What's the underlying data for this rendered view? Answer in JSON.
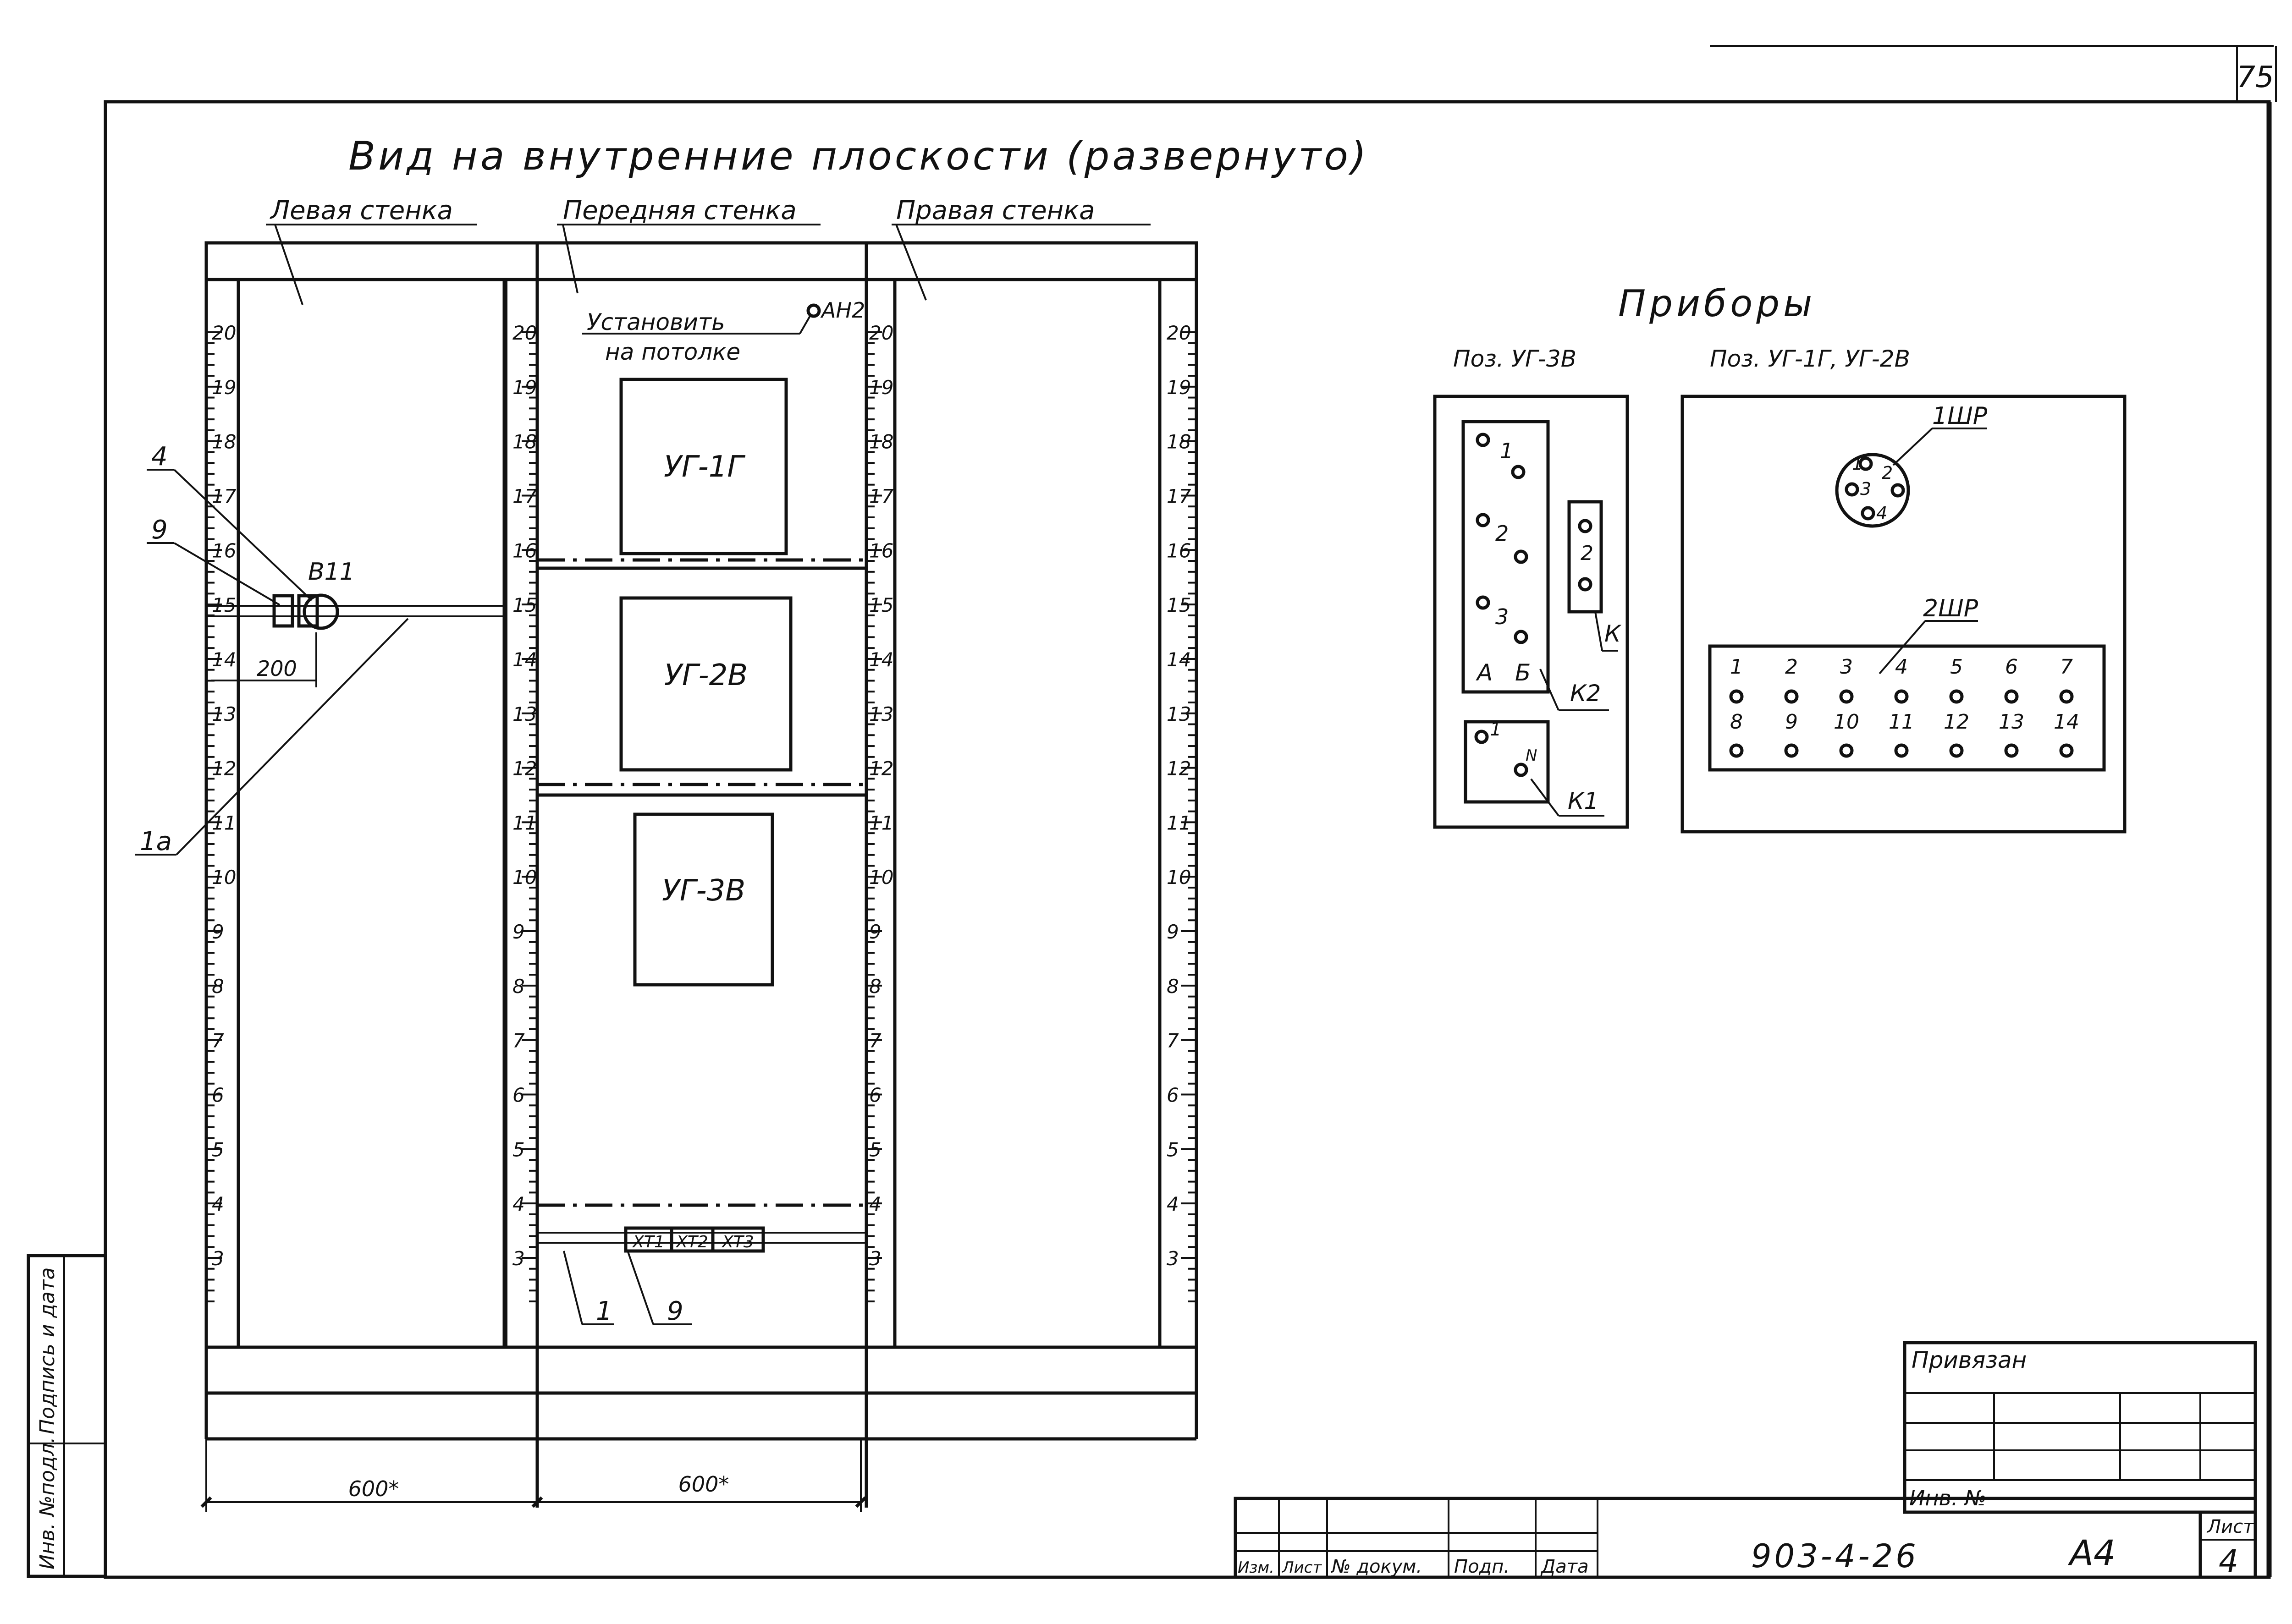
{
  "sheet_number": "75",
  "title": "Вид на внутренние плоскости (развернуто)",
  "walls": {
    "left": "Левая стенка",
    "front": "Передняя стенка",
    "right": "Правая стенка"
  },
  "ruler_marks": [
    "20",
    "19",
    "18",
    "17",
    "16",
    "15",
    "14",
    "13",
    "12",
    "11",
    "10",
    "9",
    "8",
    "7",
    "6",
    "5",
    "4",
    "3"
  ],
  "front_wall": {
    "note_line1": "Установить",
    "note_line2": "на потолке",
    "label_an2": "АН2",
    "devices": [
      "УГ-1Г",
      "УГ-2В",
      "УГ-3В"
    ],
    "terminals": [
      "ХТ1",
      "ХТ2",
      "ХТ3"
    ]
  },
  "left_wall": {
    "callouts": [
      "4",
      "9",
      "1а"
    ],
    "device": "В11",
    "dimension": "200"
  },
  "bottom_callouts": [
    "1",
    "9"
  ],
  "bottom_dimensions": [
    "600*",
    "600*"
  ],
  "instruments": {
    "title": "Приборы",
    "pos_1_label": "Поз. УГ-3В",
    "pos_2_label": "Поз. УГ-1Г, УГ-2В",
    "k2_pins": [
      "1",
      "2",
      "3"
    ],
    "k2_cols": [
      "А",
      "Б"
    ],
    "k2_label": "К2",
    "k_label": "К",
    "k_pins": [
      "1",
      "2"
    ],
    "k1_pin_1": "1",
    "k1_pin_n": "N",
    "k1_label": "К1",
    "connector_1": "1ШР",
    "connector_1_pins": [
      "1",
      "2",
      "3",
      "4"
    ],
    "connector_2": "2ШР",
    "connector_2_row1": [
      "1",
      "2",
      "3",
      "4",
      "5",
      "6",
      "7"
    ],
    "connector_2_row2": [
      "8",
      "9",
      "10",
      "11",
      "12",
      "13",
      "14"
    ]
  },
  "side_stamp": {
    "inv": "Инв. №подл.",
    "sign": "Подпись и дата"
  },
  "title_block": {
    "privyazan": "Привязан",
    "inv_no": "Инв. №",
    "code": "903-4-26",
    "format": "А4",
    "sheet_label": "Лист",
    "sheet_value": "4",
    "col_izm": "Изм.",
    "col_list": "Лист",
    "col_doc": "№ докум.",
    "col_sign": "Подп.",
    "col_date": "Дата"
  }
}
